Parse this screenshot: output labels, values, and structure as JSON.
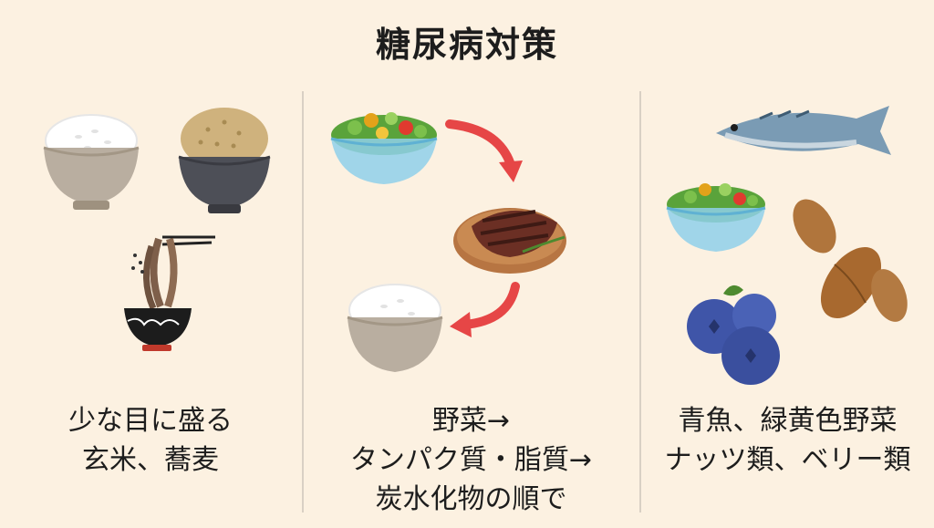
{
  "title": "糖尿病対策",
  "columns": [
    {
      "lines": [
        "少な目に盛る",
        "玄米、蕎麦"
      ]
    },
    {
      "lines": [
        "野菜→",
        "タンパク質・脂質→",
        "炭水化物の順で"
      ]
    },
    {
      "lines": [
        "青魚、緑黄色野菜",
        "ナッツ類、ベリー類"
      ]
    }
  ],
  "colors": {
    "background": "#fcf1e1",
    "divider": "#d9d0c4",
    "arrow": "#e64646"
  }
}
